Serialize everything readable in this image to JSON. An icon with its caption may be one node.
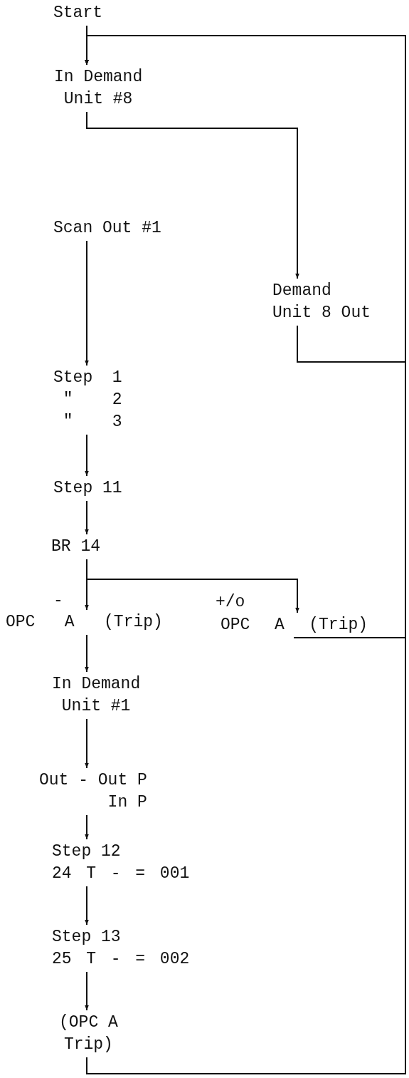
{
  "diagram": {
    "nodes": [
      {
        "text": [
          "Start"
        ]
      },
      {
        "text": [
          "In Demand Unit #8"
        ]
      },
      {
        "text": [
          "Scan Out #1"
        ]
      },
      {
        "text": [
          "Demand Unit 8 Out"
        ]
      },
      {
        "text": [
          "Step 1",
          "\" 2",
          "\" 3"
        ]
      },
      {
        "text": [
          "Step 11"
        ]
      },
      {
        "text": [
          "BR 14"
        ]
      },
      {
        "text": [
          "OPC A (Trip)"
        ]
      },
      {
        "text": [
          "OPC A (Trip)"
        ]
      },
      {
        "text": [
          "In Demand Unit #1"
        ]
      },
      {
        "text": [
          "Out - Out P",
          "In P"
        ]
      },
      {
        "text": [
          "Step 12",
          "24 T - = 001"
        ]
      },
      {
        "text": [
          "Step 13",
          "25 T - = 002"
        ]
      },
      {
        "text": [
          "(OPC A Trip)"
        ]
      }
    ],
    "edges": [
      {
        "from": 0,
        "to": 1,
        "arrow": "to"
      },
      {
        "from": 1,
        "to": 3,
        "arrow": "to"
      },
      {
        "from": 3,
        "to": 1,
        "arrow": "to"
      },
      {
        "from": 2,
        "to": 4,
        "arrow": "to"
      },
      {
        "from": 4,
        "to": 5,
        "arrow": "to"
      },
      {
        "from": 5,
        "to": 6,
        "arrow": "to"
      },
      {
        "from": 6,
        "to": 7,
        "arrow": "to",
        "label": "-"
      },
      {
        "from": 6,
        "to": 8,
        "arrow": "to",
        "label": "+/o"
      },
      {
        "from": 8,
        "to": 1,
        "arrow": "to"
      },
      {
        "from": 7,
        "to": 9,
        "arrow": "to"
      },
      {
        "from": 9,
        "to": 10,
        "arrow": "to"
      },
      {
        "from": 10,
        "to": 11,
        "arrow": "to"
      },
      {
        "from": 11,
        "to": 12,
        "arrow": "to"
      },
      {
        "from": 12,
        "to": 13,
        "arrow": "to"
      },
      {
        "from": 13,
        "to": 1,
        "arrow": "to"
      }
    ]
  }
}
